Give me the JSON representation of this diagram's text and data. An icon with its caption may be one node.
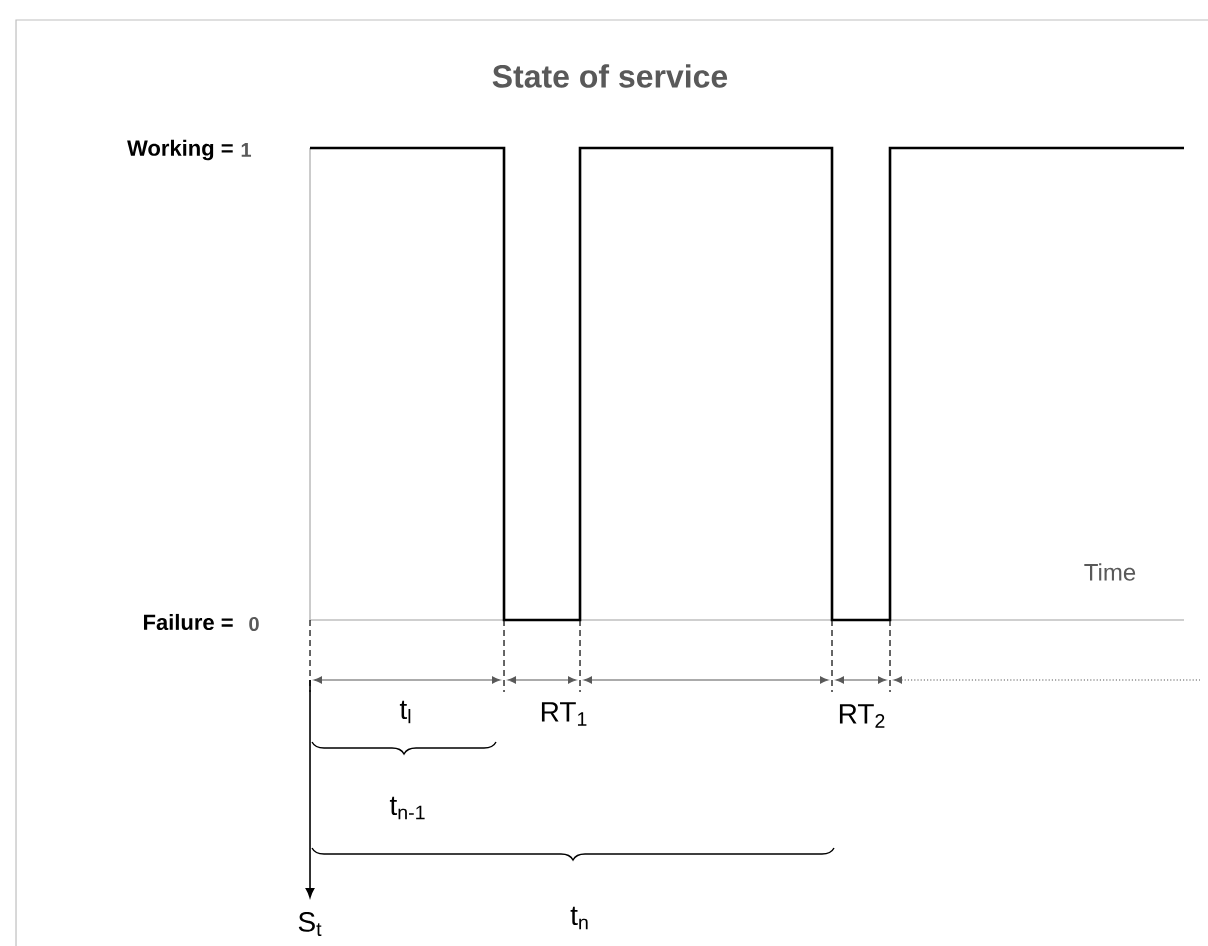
{
  "diagram": {
    "title": "State of service",
    "labels": [
      "Working =",
      "1",
      "Time",
      "Failure =",
      "0",
      "t$_{l}$",
      "RT$_{1}$",
      "RT$_{2}$",
      "t$_{n-1}$",
      "S$_{t}$",
      "t$_{n}$"
    ]
  }
}
